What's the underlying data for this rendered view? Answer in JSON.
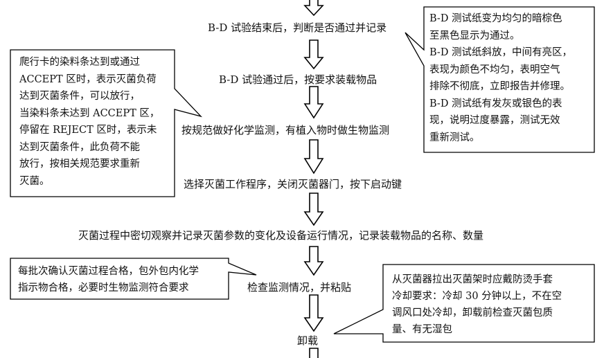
{
  "steps": [
    "B-D 试验结束后，判断是否通过并记录",
    "B-D 试验通过后，按要求装载物品",
    "按规范做好化学监测，有植入物时做生物监测",
    "选择灭菌工作程序，关闭灭菌器门，按下启动键",
    "灭菌过程中密切观察并记录灭菌参数的变化及设备运行情况，记录装载物品的名称、数量",
    "检查监测情况，并粘贴",
    "卸载"
  ],
  "callouts": {
    "bd_result": {
      "lines": [
        "B-D 测试纸变为均匀的暗棕色",
        "至黑色显示为通过。",
        "B-D 测试纸斜放，中间有亮区，",
        "表现为颜色不均匀，表明空气",
        "排除不彻底，立即报告并修理。",
        "B-D 测试纸有发灰或银色的表",
        "现，说明过度暴露，测试无效",
        "重新测试。"
      ]
    },
    "crawl_card": {
      "lines": [
        "爬行卡的染料条达到或通过",
        "ACCEPT 区时，表示灭菌负荷",
        "达到灭菌条件，可以放行，",
        "当染料条未达到 ACCEPT 区，",
        "停留在 REJECT 区时，表示未",
        "达到灭菌条件，此负荷不能",
        "放行，按相关规范要求重新",
        "灭菌。"
      ]
    },
    "batch_confirm": {
      "lines": [
        "每批次确认灭菌过程合格，包外包内化学",
        "指示物合格，必要时生物监测符合要求"
      ]
    },
    "unload": {
      "lines": [
        "从灭菌器拉出灭菌架时应戴防烫手套",
        "冷却要求：冷却 30 分钟以上，不在空",
        "调风口处冷却，卸载前检查灭菌包质",
        "量、有无湿包"
      ]
    }
  }
}
